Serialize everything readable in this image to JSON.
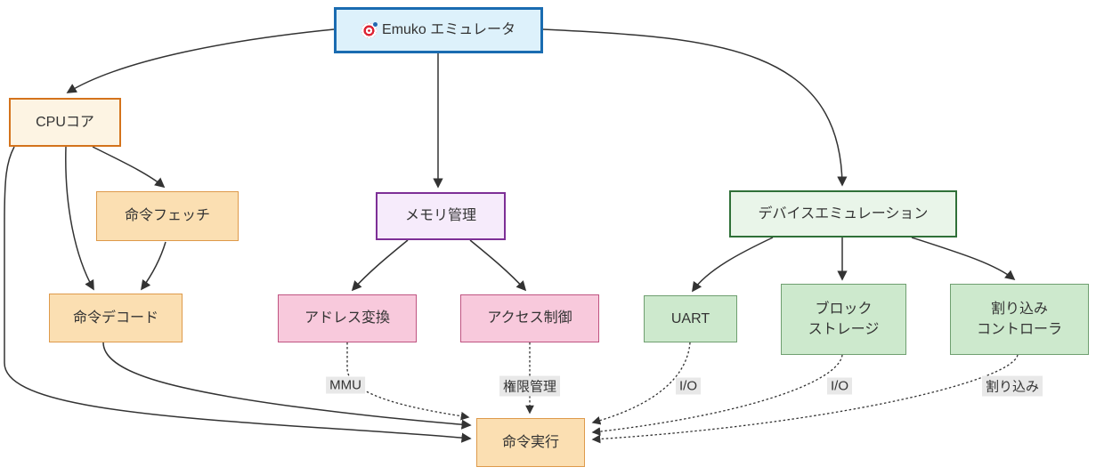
{
  "diagram": {
    "type": "flowchart",
    "direction": "top-down",
    "description": "Emuko emulator architecture diagram"
  },
  "nodes": {
    "emuko": {
      "label": "Emuko エミュレータ",
      "icon": "target-dartboard"
    },
    "cpu": {
      "label": "CPUコア"
    },
    "fetch": {
      "label": "命令フェッチ"
    },
    "decode": {
      "label": "命令デコード"
    },
    "exec": {
      "label": "命令実行"
    },
    "memory": {
      "label": "メモリ管理"
    },
    "addr": {
      "label": "アドレス変換"
    },
    "access": {
      "label": "アクセス制御"
    },
    "device": {
      "label": "デバイスエミュレーション"
    },
    "uart": {
      "label": "UART"
    },
    "block": {
      "label": "ブロック\nストレージ"
    },
    "intc": {
      "label": "割り込み\nコントローラ"
    }
  },
  "edge_labels": [
    {
      "text": "MMU"
    },
    {
      "text": "権限管理"
    },
    {
      "text": "I/O"
    },
    {
      "text": "I/O"
    },
    {
      "text": "割り込み"
    }
  ],
  "edges": [
    {
      "from": "emuko",
      "to": "cpu",
      "style": "solid",
      "label": ""
    },
    {
      "from": "emuko",
      "to": "memory",
      "style": "solid",
      "label": ""
    },
    {
      "from": "emuko",
      "to": "device",
      "style": "solid",
      "label": ""
    },
    {
      "from": "cpu",
      "to": "fetch",
      "style": "solid",
      "label": ""
    },
    {
      "from": "cpu",
      "to": "decode",
      "style": "solid",
      "label": ""
    },
    {
      "from": "fetch",
      "to": "decode",
      "style": "solid",
      "label": ""
    },
    {
      "from": "cpu",
      "to": "exec",
      "style": "solid",
      "label": ""
    },
    {
      "from": "decode",
      "to": "exec",
      "style": "solid",
      "label": ""
    },
    {
      "from": "memory",
      "to": "addr",
      "style": "solid",
      "label": ""
    },
    {
      "from": "memory",
      "to": "access",
      "style": "solid",
      "label": ""
    },
    {
      "from": "device",
      "to": "uart",
      "style": "solid",
      "label": ""
    },
    {
      "from": "device",
      "to": "block",
      "style": "solid",
      "label": ""
    },
    {
      "from": "device",
      "to": "intc",
      "style": "solid",
      "label": ""
    },
    {
      "from": "addr",
      "to": "exec",
      "style": "dotted",
      "label": "MMU"
    },
    {
      "from": "access",
      "to": "exec",
      "style": "dotted",
      "label": "権限管理"
    },
    {
      "from": "uart",
      "to": "exec",
      "style": "dotted",
      "label": "I/O"
    },
    {
      "from": "block",
      "to": "exec",
      "style": "dotted",
      "label": "I/O"
    },
    {
      "from": "intc",
      "to": "exec",
      "style": "dotted",
      "label": "割り込み"
    }
  ],
  "colors": {
    "blue_fill": "#ddf1fb",
    "blue_border": "#1a6cb1",
    "cream_fill": "#fdf4e3",
    "orange_border_strong": "#d4731c",
    "orange_fill": "#fbdfb2",
    "orange_border": "#de9a4b",
    "purple_fill": "#f6ebfb",
    "purple_border": "#7d2f96",
    "pink_fill": "#f8c9dc",
    "pink_border": "#bf5481",
    "lightgreen_fill": "#e9f5e9",
    "green_border_strong": "#2f7038",
    "green_fill": "#cde9cd",
    "green_border": "#6f9f70",
    "edge": "#333333",
    "label_bg": "#e8e8e8",
    "text": "#333333"
  }
}
